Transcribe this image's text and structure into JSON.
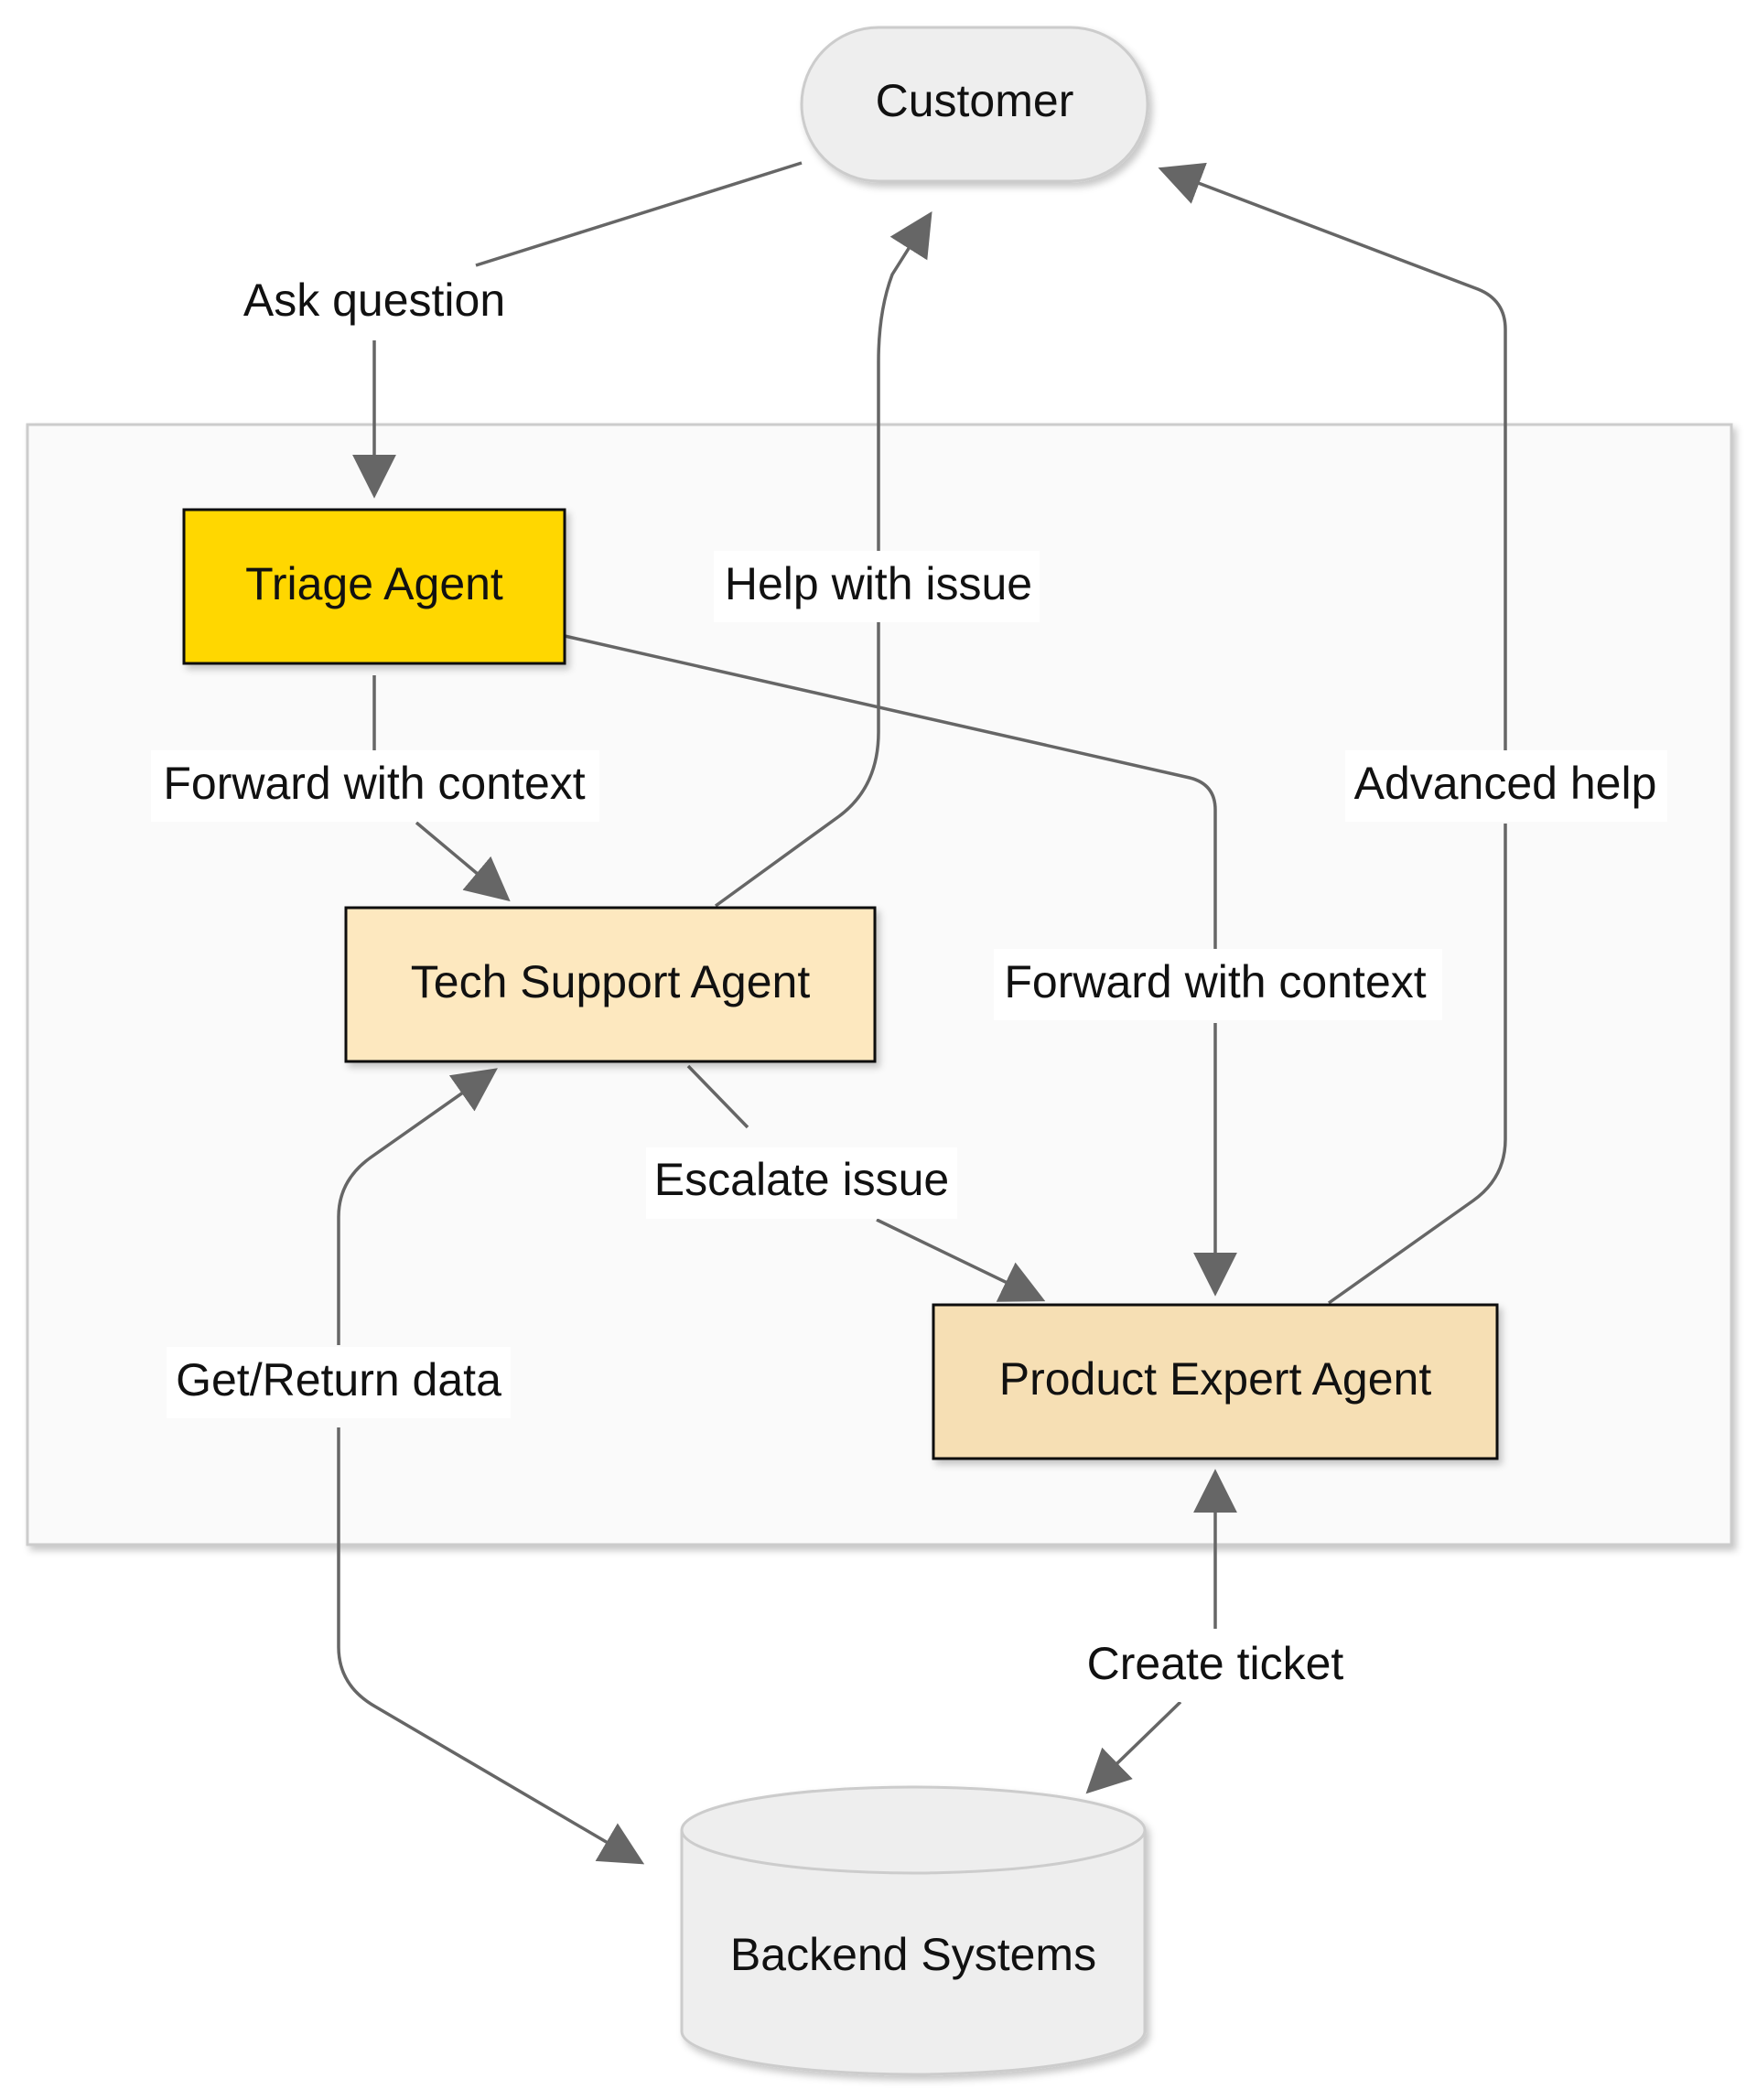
{
  "nodes": {
    "customer": "Customer",
    "triage": "Triage Agent",
    "tech_support": "Tech Support Agent",
    "product_expert": "Product Expert Agent",
    "backend": "Backend Systems"
  },
  "edges": {
    "ask_question": "Ask question",
    "help_with_issue": "Help with issue",
    "forward_tech": "Forward with context",
    "forward_product": "Forward with context",
    "advanced_help": "Advanced help",
    "escalate_issue": "Escalate issue",
    "get_return_data": "Get/Return data",
    "create_ticket": "Create ticket"
  },
  "colors": {
    "triage_fill": "#FFD700",
    "tech_support_fill": "#FDE8BF",
    "product_expert_fill": "#F6DFB4",
    "terminal_fill": "#EEEEEE",
    "group_fill": "#FAFAFA",
    "edge": "#666666"
  }
}
